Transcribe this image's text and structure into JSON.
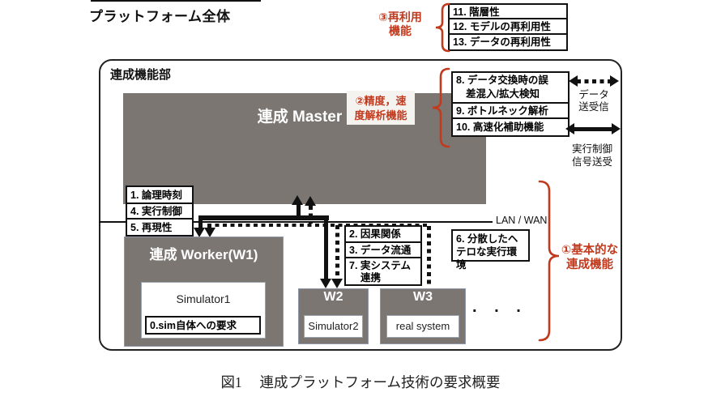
{
  "page": {
    "title": "プラットフォーム全体",
    "caption": "図1　 連成プラットフォーム技術の要求概要"
  },
  "colors": {
    "box_gray": "#7b7672",
    "accent_red": "#c03a1e",
    "worker_border": "#8e98a8",
    "line_black": "#111111"
  },
  "outer": {
    "label": "連成機能部"
  },
  "master": {
    "label": "連成 Master"
  },
  "worker1": {
    "label": "連成 Worker(W1)",
    "simulator": "Simulator1",
    "requirement": "0.sim自体への要求"
  },
  "w2": {
    "label": "W2",
    "inner": "Simulator2"
  },
  "w3": {
    "label": "W3",
    "inner": "real system"
  },
  "ellipsis": ". . .",
  "boxes": {
    "b1": "1. 論理時刻",
    "b2": "2. 因果関係",
    "b3": "3. データ流通",
    "b4": "4. 実行制御",
    "b5": "5. 再現性",
    "b6_l1": "6. 分散したヘ",
    "b6_l2": "テロな実行環境",
    "b7_l1": "7. 実システム",
    "b7_l2": "連携",
    "b8_l1": "8. データ交換時の誤",
    "b8_l2": "差混入/拡大検知",
    "b9": "9. ボトルネック解析",
    "b10": "10. 高速化補助機能",
    "b11": "11. 階層性",
    "b12": "12. モデルの再利用性",
    "b13": "13. データの再利用性"
  },
  "groups": {
    "basic_l1": "①基本的な",
    "basic_l2": "連成機能",
    "accuracy_l1": "②精度，速",
    "accuracy_l2": "度解析機能",
    "reuse_l1": "③再利用",
    "reuse_l2": "機能"
  },
  "legend": {
    "data_l1": "データ",
    "data_l2": "送受信",
    "exec_l1": "実行制御",
    "exec_l2": "信号送受",
    "lan": "LAN / WAN"
  }
}
